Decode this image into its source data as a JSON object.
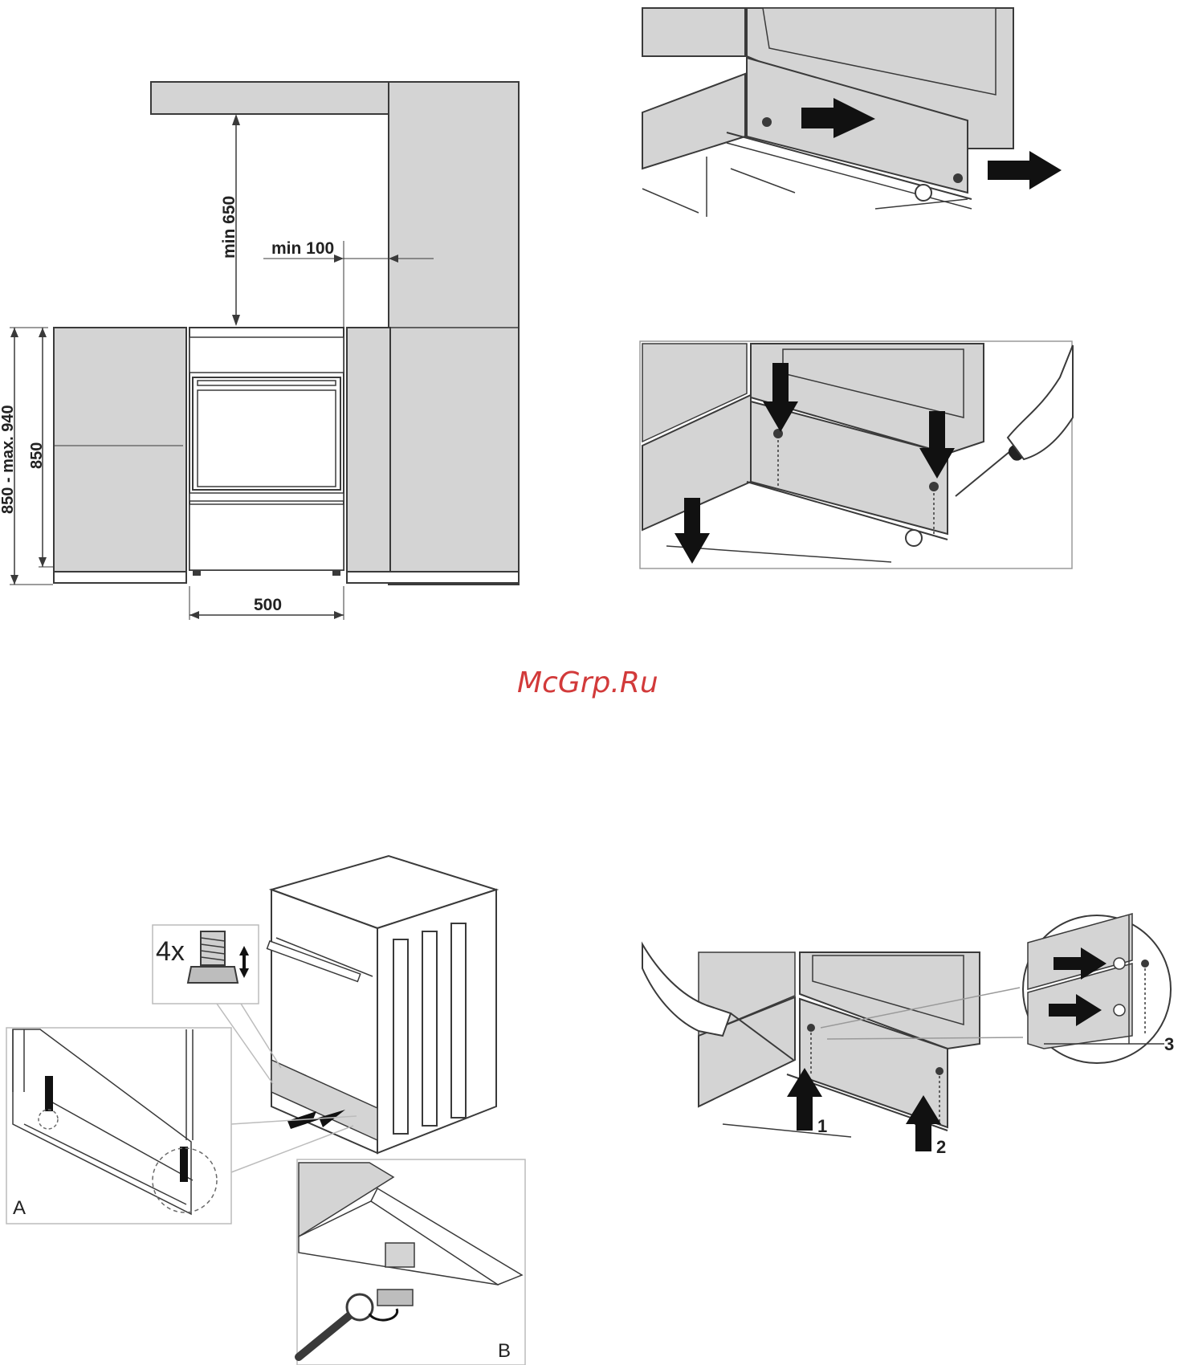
{
  "installation_diagram": {
    "min_clearance_above": "min 650",
    "min_side_gap": "min 100",
    "height_range": "850 - max. 940",
    "counter_height": "850",
    "cooker_width": "500"
  },
  "watermark": {
    "text": "McGrp.Ru",
    "color": "#d23a3a"
  },
  "leveling_feet": {
    "quantity_label": "4x",
    "detail_a_label": "A",
    "detail_b_label": "B"
  },
  "stabiliser_steps": {
    "step_1": "1",
    "step_2": "2",
    "step_3": "3"
  },
  "colors": {
    "panel_gray": "#d4d4d4",
    "outline": "#3a3a3a",
    "arrow": "#111111"
  }
}
